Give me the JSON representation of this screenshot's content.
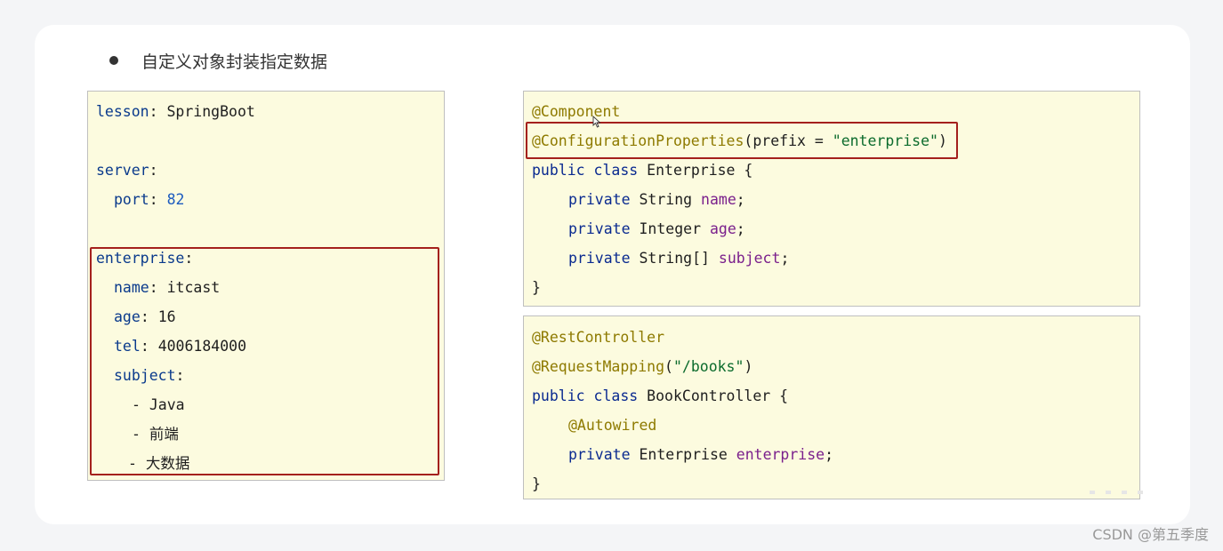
{
  "heading": {
    "text": "自定义对象封装指定数据"
  },
  "yaml": {
    "lines": [
      {
        "key": "lesson",
        "sep": ": ",
        "value": "SpringBoot"
      },
      {
        "key": "server",
        "sep": ":",
        "value": ""
      },
      {
        "key": "port",
        "sep": ": ",
        "value": "82"
      },
      {
        "key": "enterprise",
        "sep": ":",
        "value": ""
      },
      {
        "key": "name",
        "sep": ": ",
        "value": "itcast"
      },
      {
        "key": "age",
        "sep": ": ",
        "value": "16"
      },
      {
        "key": "tel",
        "sep": ": ",
        "value": "4006184000"
      },
      {
        "key": "subject",
        "sep": ":",
        "value": ""
      },
      {
        "text": "- Java"
      },
      {
        "text": "- 前端"
      },
      {
        "text": "- 大数据"
      }
    ]
  },
  "entity_code": {
    "annotation1": "@Component",
    "annotation2": "@ConfigurationProperties",
    "annotation2_args_open": "(prefix = ",
    "annotation2_string": "\"enterprise\"",
    "annotation2_args_close": ")",
    "class_kw": "public class",
    "class_name": " Enterprise {",
    "fields": [
      {
        "kw": "private",
        "type": " String ",
        "name": "name",
        "end": ";"
      },
      {
        "kw": "private",
        "type": " Integer ",
        "name": "age",
        "end": ";"
      },
      {
        "kw": "private",
        "type": " String[] ",
        "name": "subject",
        "end": ";"
      }
    ],
    "close": "}"
  },
  "controller_code": {
    "annotation1": "@RestController",
    "annotation2": "@RequestMapping",
    "annotation2_open": "(",
    "annotation2_string": "\"/books\"",
    "annotation2_close": ")",
    "class_kw": "public class",
    "class_name": " BookController {",
    "inner_annotation": "@Autowired",
    "field_kw": "private",
    "field_type": " Enterprise ",
    "field_name": "enterprise",
    "field_end": ";",
    "close": "}"
  },
  "watermark": "CSDN @第五季度",
  "colors": {
    "code_background": "#fcfbdf",
    "highlight_border": "#a4201d",
    "annotation": "#8e7a00",
    "keyword": "#0a2a90",
    "string": "#0b6b2c",
    "field": "#7a1f8c"
  }
}
